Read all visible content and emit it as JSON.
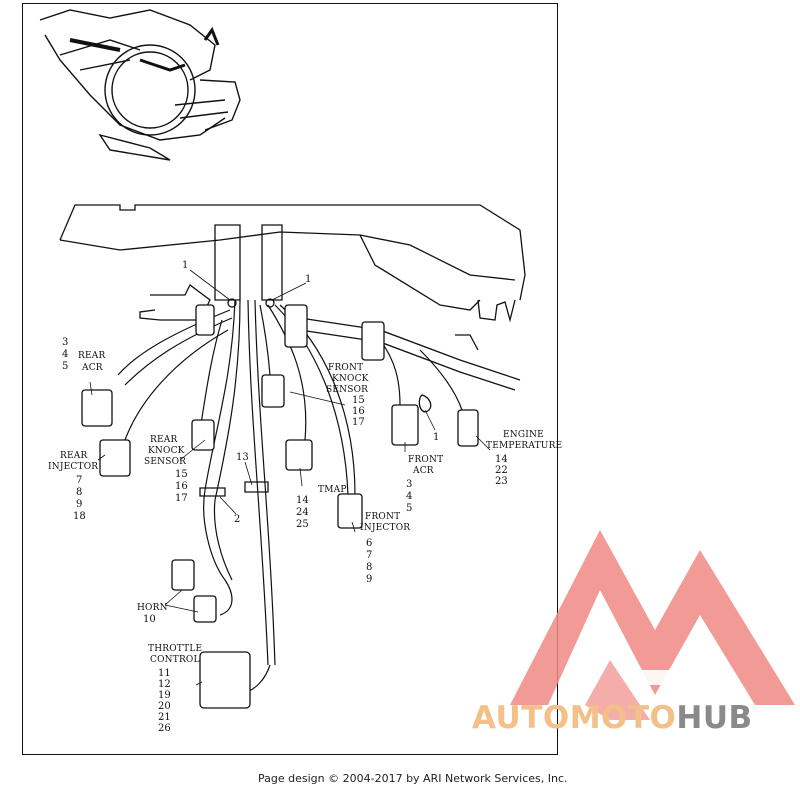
{
  "diagram": {
    "callouts": [
      {
        "id": "rear-acr",
        "lines": [
          "REAR",
          "ACR"
        ],
        "numbers": [
          "3",
          "4",
          "5"
        ]
      },
      {
        "id": "rear-injector",
        "lines": [
          "REAR",
          "INJECTOR"
        ],
        "numbers": [
          "7",
          "8",
          "9",
          "18"
        ]
      },
      {
        "id": "rear-knock",
        "lines": [
          "REAR",
          "KNOCK",
          "SENSOR"
        ],
        "numbers": [
          "15",
          "16",
          "17"
        ]
      },
      {
        "id": "front-knock",
        "lines": [
          "FRONT",
          "KNOCK",
          "SENSOR"
        ],
        "numbers": [
          "15",
          "16",
          "17"
        ]
      },
      {
        "id": "front-acr",
        "lines": [
          "FRONT",
          "ACR"
        ],
        "numbers": [
          "3",
          "4",
          "5"
        ]
      },
      {
        "id": "engine-temp",
        "lines": [
          "ENGINE",
          "TEMPERATURE"
        ],
        "numbers": [
          "14",
          "22",
          "23"
        ]
      },
      {
        "id": "tmap",
        "lines": [
          "TMAP"
        ],
        "numbers": [
          "14",
          "24",
          "25"
        ]
      },
      {
        "id": "front-injector",
        "lines": [
          "FRONT",
          "INJECTOR"
        ],
        "numbers": [
          "6",
          "7",
          "8",
          "9"
        ]
      },
      {
        "id": "horn",
        "lines": [
          "HORN"
        ],
        "numbers": [
          "10"
        ]
      },
      {
        "id": "throttle",
        "lines": [
          "THROTTLE",
          "CONTROL"
        ],
        "numbers": [
          "11",
          "12",
          "19",
          "20",
          "21",
          "26"
        ]
      }
    ],
    "single_numbers": {
      "clip_left": "1",
      "clip_right": "1",
      "clip_front": "1",
      "clip_13": "13",
      "clip_2": "2"
    }
  },
  "footer": "Page design © 2004-2017 by ARI Network Services, Inc.",
  "brand": {
    "part1": "AUTOMOTO",
    "part2": "HUB"
  },
  "colors": {
    "logo_red": "#f08a84",
    "logo_orange": "#f3c08a",
    "logo_gray": "#8a8a8a",
    "line": "#111111"
  }
}
